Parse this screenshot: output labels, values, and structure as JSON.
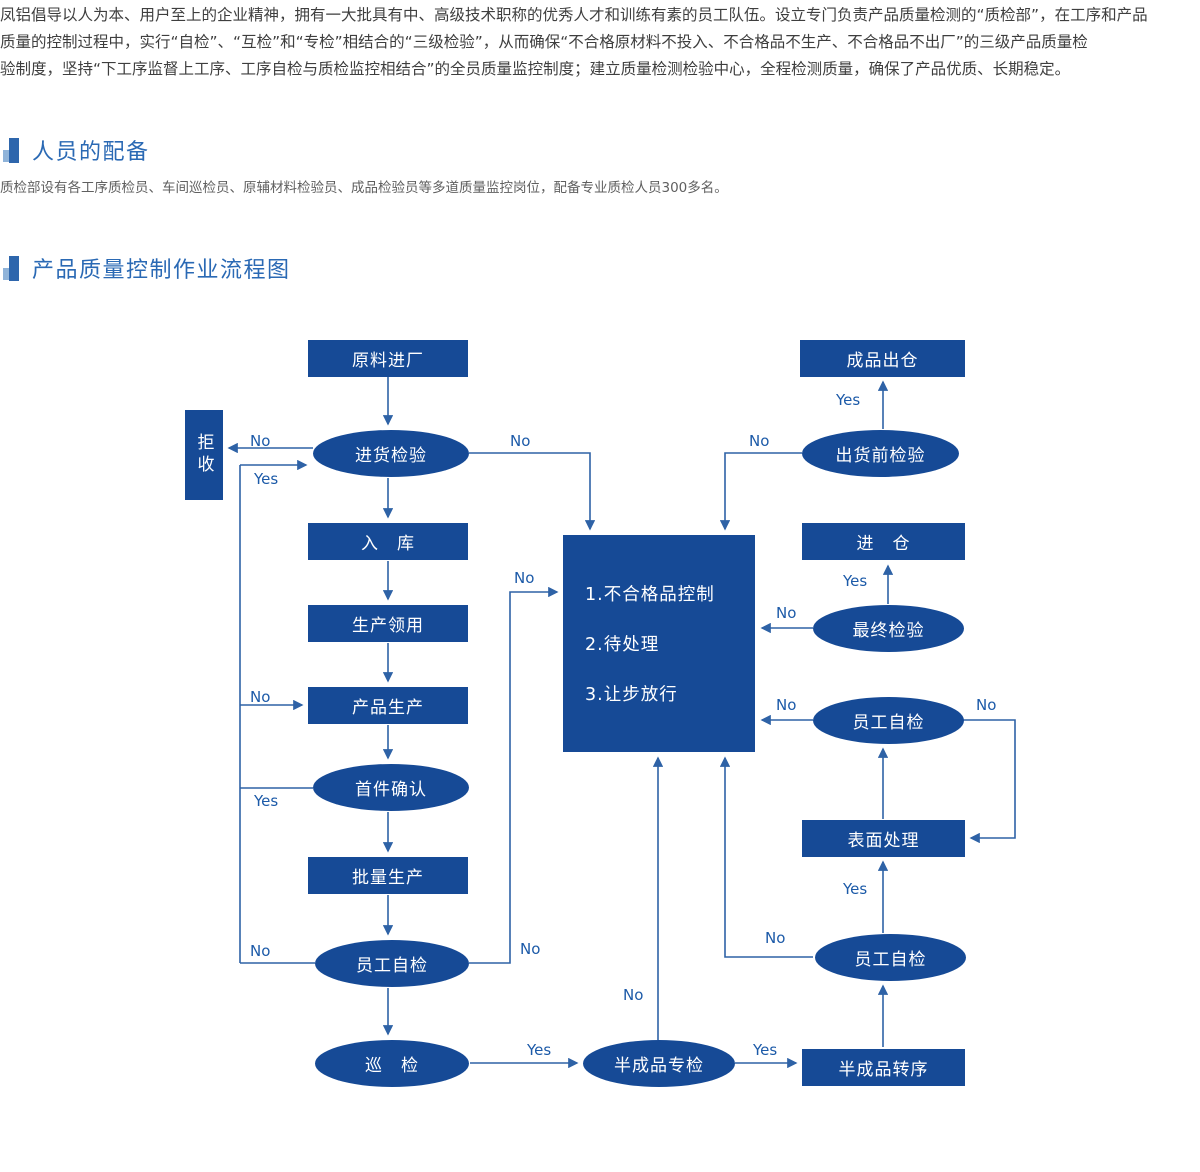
{
  "intro": {
    "lines": [
      "凤铝倡导以人为本、用户至上的企业精神，拥有一大批具有中、高级技术职称的优秀人才和训练有素的员工队伍。设立专门负责产品质量检测的“质检部”，在工序和产品",
      "质量的控制过程中，实行“自检”、“互检”和“专检”相结合的“三级检验”，从而确保“不合格原材料不投入、不合格品不生产、不合格品不出厂”的三级产品质量检",
      "验制度，坚持“下工序监督上工序、工序自检与质检监控相结合”的全员质量监控制度；建立质量检测检验中心，全程检测质量，确保了产品优质、长期稳定。"
    ]
  },
  "sections": {
    "personnel": {
      "title": "人员的配备",
      "body": "质检部设有各工序质检员、车间巡检员、原辅材料检验员、成品检验员等多道质量监控岗位，配备专业质检人员300多名。"
    },
    "flowchart": {
      "title": "产品质量控制作业流程图"
    }
  },
  "flow": {
    "nodes": {
      "raw_in": "原料进厂",
      "incoming_inspection": "进货检验",
      "reject": "拒收",
      "warehouse_in": "入　库",
      "production_requisition": "生产领用",
      "product_production": "产品生产",
      "first_piece_confirm": "首件确认",
      "batch_production": "批量生产",
      "employee_self_check_left": "员工自检",
      "patrol_inspection": "巡　检",
      "semi_finished_inspection": "半成品专检",
      "finished_out": "成品出仓",
      "preshipment_inspection": "出货前检验",
      "warehouse_enter": "进　仓",
      "final_inspection": "最终检验",
      "employee_self_check_right_upper": "员工自检",
      "surface_treatment": "表面处理",
      "employee_self_check_right_lower": "员工自检",
      "semi_finished_transfer": "半成品转序"
    },
    "big_box": {
      "items": [
        "1.不合格品控制",
        "2.待处理",
        "3.让步放行"
      ]
    },
    "edge_labels": {
      "yes": "Yes",
      "no": "No"
    }
  },
  "colors": {
    "node_fill": "#164a96",
    "line": "#2e62a6",
    "heading": "#2a69b4",
    "heading_bar": "#2e66ac",
    "heading_bar_light": "#8fb3d9",
    "label": "#1c5aa8",
    "text_main": "#3e3e3e",
    "text_secondary": "#5f5f5f"
  }
}
